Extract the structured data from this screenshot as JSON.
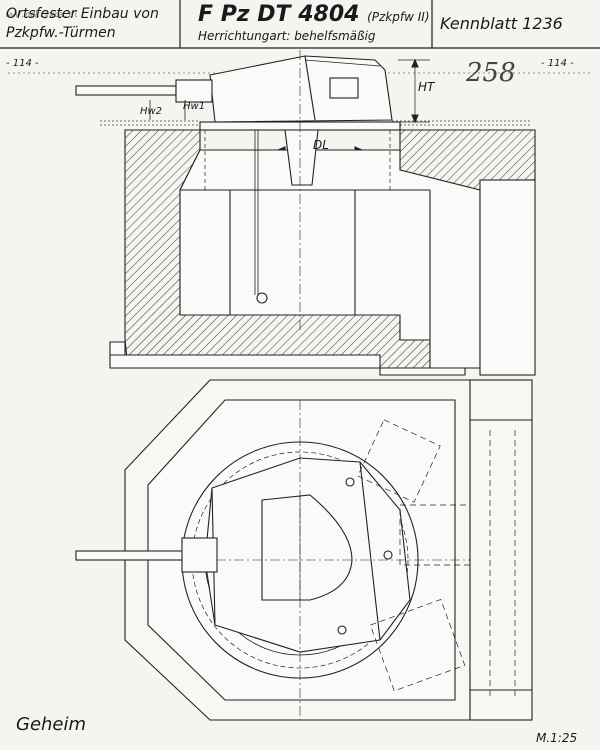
{
  "header": {
    "watermark": "www.odkrywca.pl",
    "left_line1": "Ortsfester Einbau von",
    "left_line2": "Pzkpfw.-Türmen",
    "title_main": "F Pz DT 4804",
    "title_small": "(Pzkpfw II)",
    "subtitle": "Herrichtungart: behelfsmäßig",
    "sheet": "Kennblatt 1236"
  },
  "annotations": {
    "hw2": "Hw2",
    "hw1": "Hw1",
    "ht": "HT",
    "dl": "DL",
    "pencil_number": "258",
    "section_left": "- 114 -",
    "section_right": "- 114 -"
  },
  "footer": {
    "classification": "Geheim",
    "scale": "M.1:25"
  }
}
